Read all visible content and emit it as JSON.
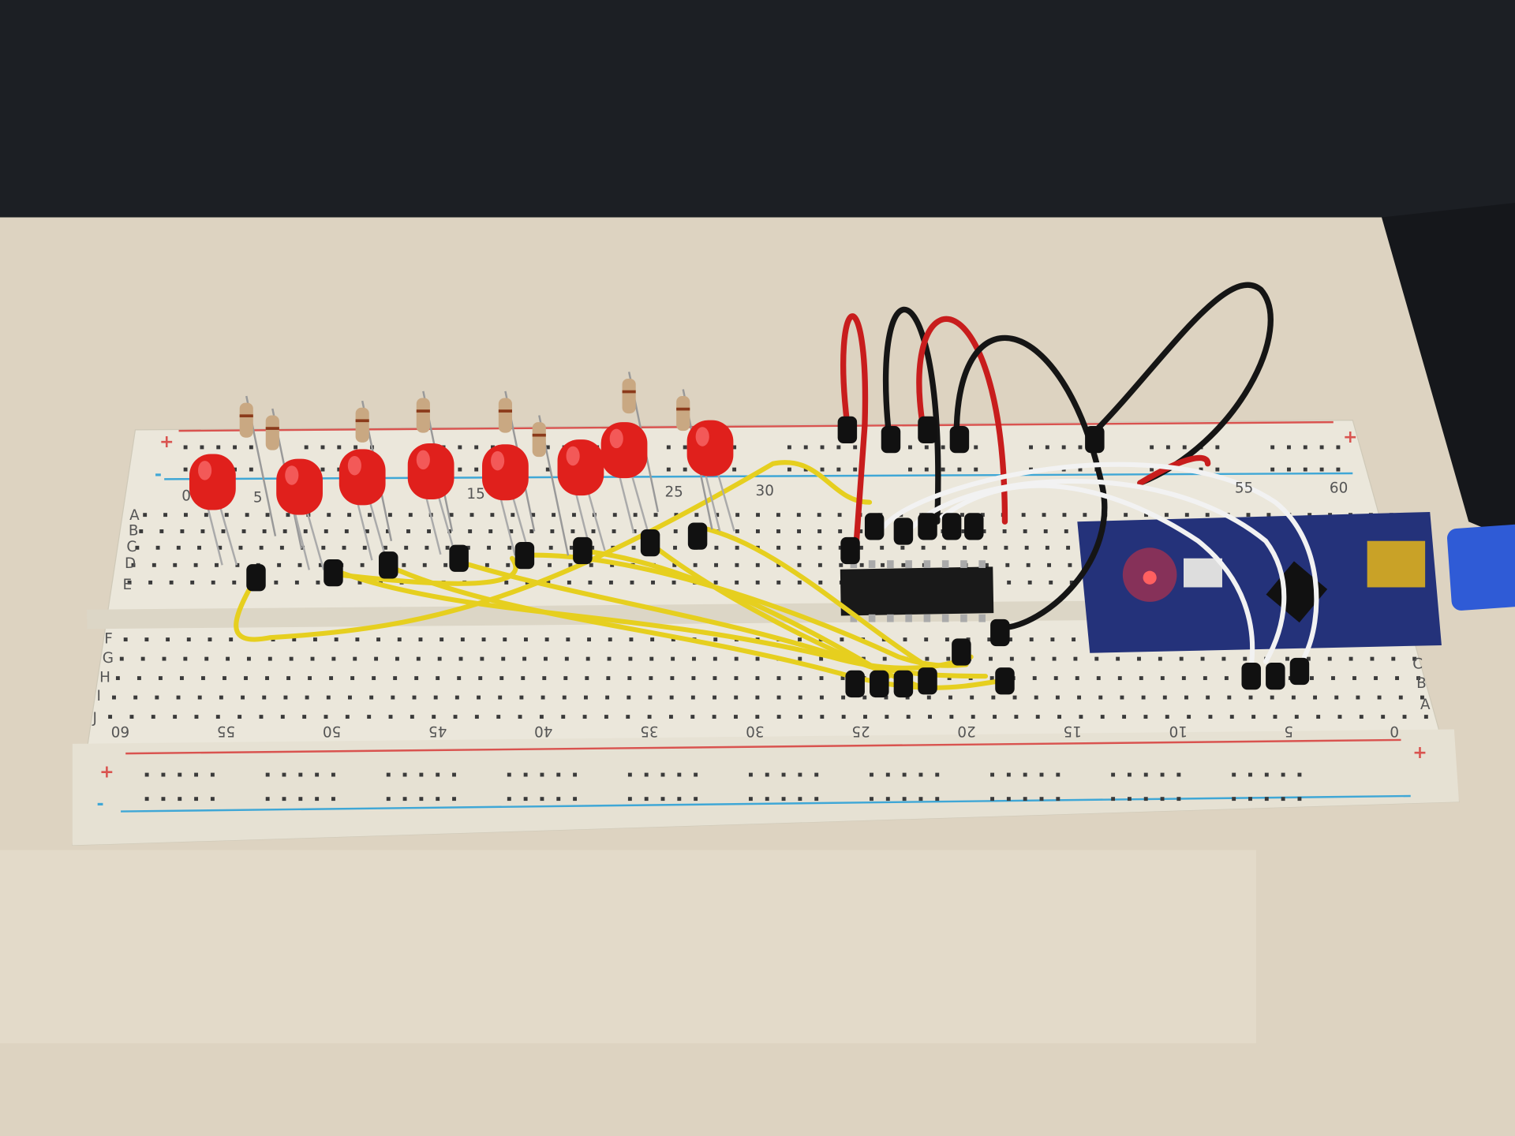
{
  "scene": {
    "description_tags": [
      "breadboard",
      "leds",
      "shift-register-ic",
      "arduino-nano"
    ],
    "colors": {
      "wall": "#1c1f24",
      "table": "#ddd3c1",
      "breadboard": "#ebe7db",
      "rail_red": "#d9534f",
      "rail_blue": "#3fa7d6",
      "led": "#e0201c",
      "wire_yellow": "#e6cf1f",
      "wire_red": "#c81d1d",
      "wire_black": "#151515",
      "wire_white": "#f2f2f2",
      "arduino": "#24327a",
      "usb": "#2f5bd6"
    }
  },
  "breadboard": {
    "top_numbers": [
      "0",
      "5",
      "15",
      "25",
      "30",
      "55",
      "60"
    ],
    "bottom_numbers": [
      "60",
      "55",
      "50",
      "45",
      "40",
      "35",
      "30",
      "25",
      "20",
      "15",
      "10",
      "5",
      "0"
    ],
    "rows_top": [
      "A",
      "B",
      "C",
      "D",
      "E"
    ],
    "rows_bottom": [
      "F",
      "G",
      "H",
      "I",
      "J"
    ],
    "rows_right": [
      "C",
      "B",
      "A"
    ],
    "plus": "+",
    "minus": "-"
  }
}
